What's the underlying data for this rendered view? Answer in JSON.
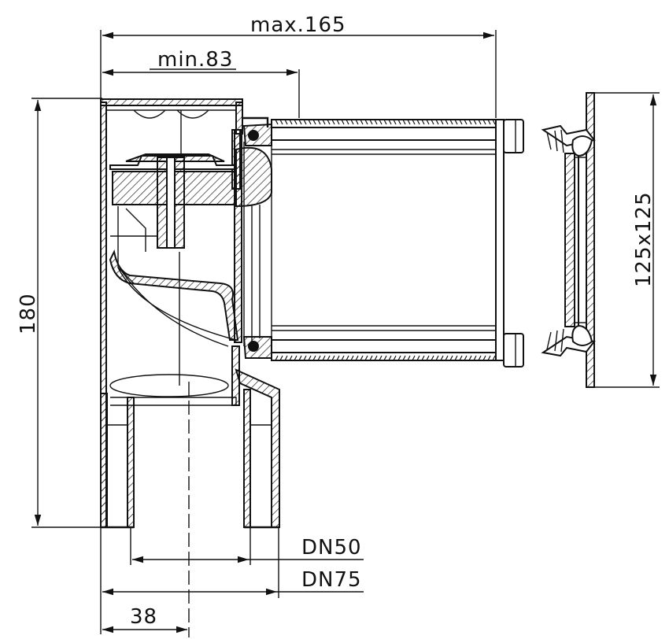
{
  "dimensions": {
    "overall_width": "max.165",
    "min_insertion": "min.83",
    "height": "180",
    "frame_size": "125x125",
    "outlet_small": "DN50",
    "outlet_large": "DN75",
    "offset": "38"
  }
}
